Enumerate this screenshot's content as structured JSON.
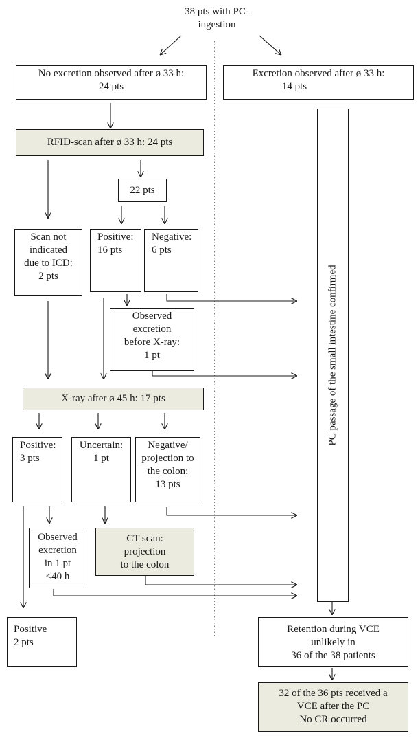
{
  "top": {
    "line1": "38 pts with PC-",
    "line2": "ingestion"
  },
  "no_excretion": {
    "line1": "No excretion observed after ø 33 h:",
    "line2": "24 pts"
  },
  "excretion": {
    "line1": "Excretion observed after ø 33 h:",
    "line2": "14 pts"
  },
  "rfid": {
    "label": "RFID-scan after ø 33 h: 24 pts"
  },
  "pts22": {
    "label": "22 pts"
  },
  "scan_not_indicated": {
    "line1": "Scan not",
    "line2": "indicated",
    "line3": "due to ICD:",
    "line4": "2 pts"
  },
  "rfid_positive": {
    "line1": "Positive:",
    "line2": "16 pts"
  },
  "rfid_negative": {
    "line1": "Negative:",
    "line2": "6 pts"
  },
  "observed_before_xray": {
    "line1": "Observed",
    "line2": "excretion",
    "line3": "before X-ray:",
    "line4": "1 pt"
  },
  "xray": {
    "label": "X-ray after ø 45 h: 17 pts"
  },
  "xray_positive": {
    "line1": "Positive:",
    "line2": "3 pts"
  },
  "xray_uncertain": {
    "line1": "Uncertain:",
    "line2": "1 pt"
  },
  "xray_negative": {
    "line1": "Negative/",
    "line2": "projection to",
    "line3": "the colon:",
    "line4": "13 pts"
  },
  "observed_40h": {
    "line1": "Observed",
    "line2": "excretion",
    "line3": "in 1 pt",
    "line4": "<40 h"
  },
  "ct_scan": {
    "line1": "CT scan:",
    "line2": "projection",
    "line3": "to the colon"
  },
  "final_positive": {
    "line1": "Positive",
    "line2": "2 pts"
  },
  "pc_passage": {
    "label": "PC passage of the small intestine confirmed"
  },
  "retention": {
    "line1": "Retention during VCE",
    "line2": "unlikely in",
    "line3": "36 of the 38 patients"
  },
  "vce": {
    "line1": "32 of the 36 pts received a",
    "line2": "VCE after the PC",
    "line3": "No CR occurred"
  },
  "colors": {
    "shaded_fill": "#ecebdf",
    "line": "#1a1a1a"
  }
}
